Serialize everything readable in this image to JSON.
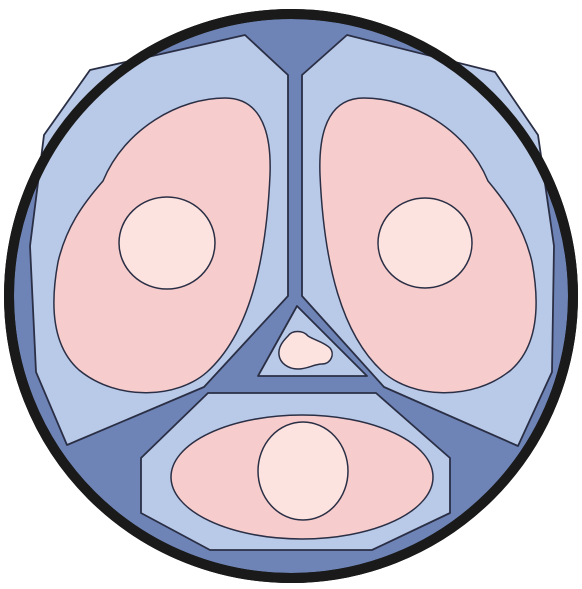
{
  "diagram": {
    "labels": [],
    "colors": {
      "background": "#ffffff",
      "outer_ring": "#1a1a1a",
      "outer_fill": "#6f84b6",
      "compartment_fill": "#b9c9e8",
      "oval_fill": "#f7cccc",
      "inner_circle_fill": "#fde3e0",
      "stroke": "#2a2f45"
    },
    "structure": {
      "outer_circle": 1,
      "large_compartments": 3,
      "central_triangle": 1,
      "inner_circles": 3,
      "small_central_blob": 1
    }
  }
}
